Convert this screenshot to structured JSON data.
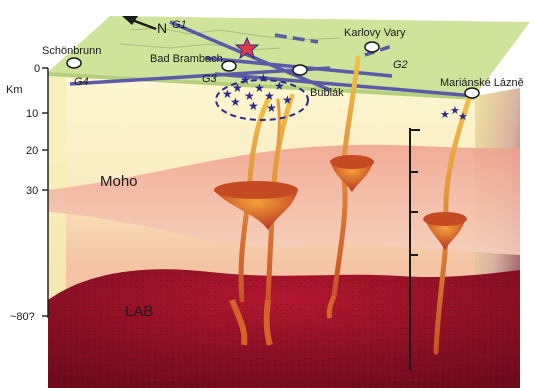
{
  "north_arrow": {
    "label": "N"
  },
  "depth_axis": {
    "unit": "Km",
    "ticks": [
      "0",
      "10",
      "20",
      "30",
      "~80?"
    ]
  },
  "layers": {
    "moho": "Moho",
    "lab": "LAB"
  },
  "towns": {
    "schonbrunn": "Schönbrunn",
    "bad_brambach": "Bad Brambach",
    "karlovy_vary": "Karlovy Vary",
    "bublak": "Bublák",
    "marianske_lazne": "Mariánské Lázně"
  },
  "faults": {
    "g1": "G1",
    "g2": "G2",
    "g3": "G3",
    "g4": "G4"
  },
  "colors": {
    "surface": "#cfe39a",
    "crust": "#fbf3c4",
    "moho_band": "#eb8f82",
    "lab": "#8a0e22",
    "fault": "#5a5aa8",
    "conduit": "#d97a26",
    "earthquake": "#2b2a8c"
  }
}
